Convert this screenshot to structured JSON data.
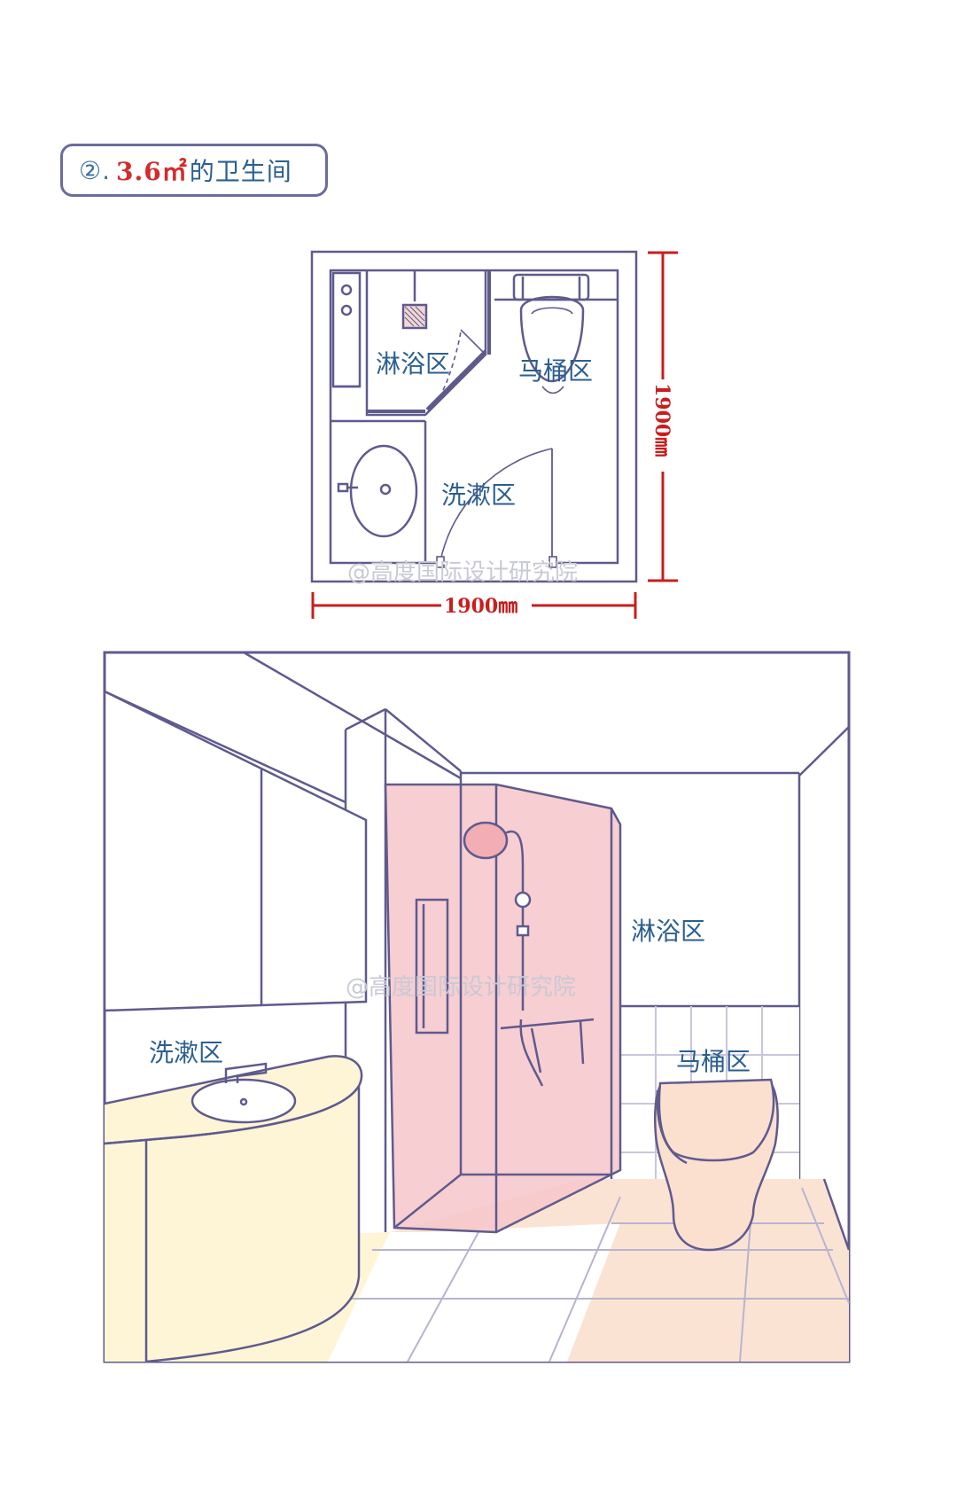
{
  "title": {
    "number": "②.",
    "area": "3.6㎡",
    "rest": "的卫生间"
  },
  "plan": {
    "labels": {
      "shower": "淋浴区",
      "toilet": "马桶区",
      "wash": "洗漱区"
    },
    "dim_width": "1900㎜",
    "dim_height": "1900㎜",
    "watermark": "@高度国际设计研究院"
  },
  "perspective": {
    "labels": {
      "shower": "淋浴区",
      "toilet": "马桶区",
      "wash": "洗漱区"
    },
    "watermark": "@高度国际设计研究院"
  },
  "colors": {
    "line": "#5f5a8e",
    "dimension": "#c81e1e",
    "label": "#2b5f8f",
    "shower_glass": "#f6c6c9",
    "vanity": "#fdf5d6",
    "floor_warm": "#fbe0cf"
  }
}
